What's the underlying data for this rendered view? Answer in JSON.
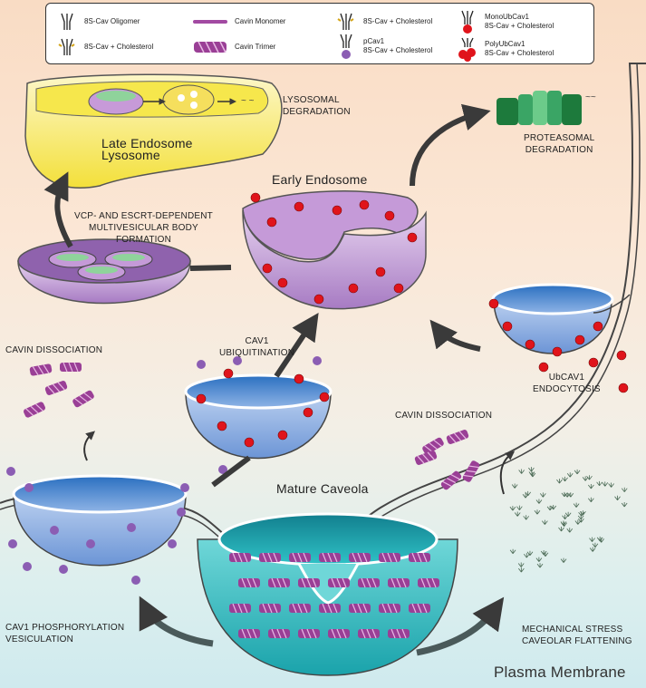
{
  "legend": {
    "oligomer": "8S-Cav Oligomer",
    "oligomer_chol": "8S-Cav + Cholesterol",
    "monomer": "Cavin Monomer",
    "trimer": "Cavin Trimer",
    "chol": "8S-Cav + Cholesterol",
    "pcav1": "pCav1\n8S-Cav + Cholesterol",
    "monoub": "MonoUbCav1\n8S-Cav + Cholesterol",
    "polyub": "PolyUbCav1\n8S-Cav + Cholesterol"
  },
  "labels": {
    "lysosomal": "LYSOSOMAL\nDEGRADATION",
    "late_endosome": "Late Endosome\nLysosome",
    "proteasomal": "PROTEASOMAL\nDEGRADATION",
    "early_endosome": "Early Endosome",
    "mvb": "VCP- AND ESCRT-DEPENDENT\nMULTIVESICULAR BODY\nFORMATION",
    "cavin_diss_left": "CAVIN DISSOCIATION",
    "cav1_ubiq": "CAV1\nUBIQUITINATION",
    "ubcav1_endo": "UbCAV1\nENDOCYTOSIS",
    "cavin_diss_right": "CAVIN DISSOCIATION",
    "mature_caveola": "Mature Caveola",
    "phospho": "CAV1 PHOSPHORYLATION\nVESICULATION",
    "mech": "MECHANICAL STRESS\nCAVEOLAR FLATTENING",
    "plasma": "Plasma Membrane"
  },
  "colors": {
    "lysosome_yellow": "#f7e84a",
    "endosome_purple": "#b98fcf",
    "vesicle_blue": "#5f8fd0",
    "caveola_teal": "#1aa7ad",
    "ub_red": "#e0141b",
    "pcav_purple": "#8b5db3",
    "proteasome_green": "#2f9a55",
    "arrow_gray": "#3a3a3a"
  }
}
